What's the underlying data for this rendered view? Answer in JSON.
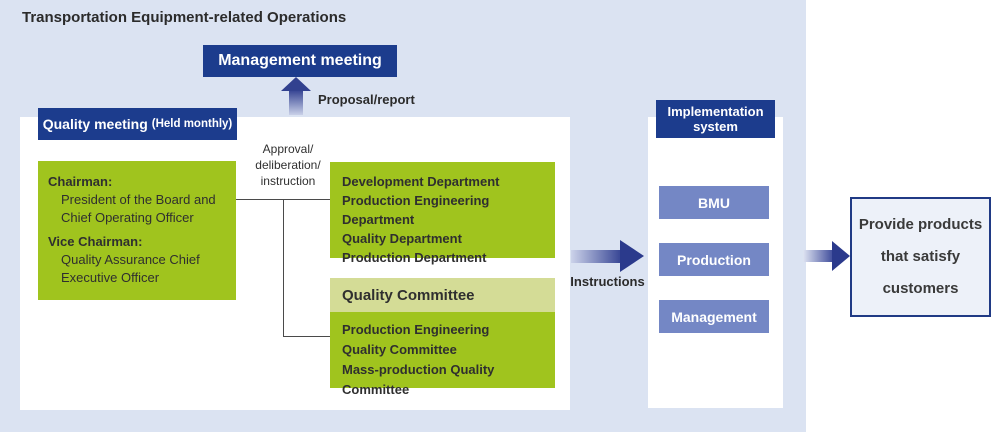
{
  "title": "Transportation Equipment-related Operations",
  "management_meeting": {
    "label": "Management meeting"
  },
  "proposal_arrow_label": "Proposal/report",
  "quality_meeting": {
    "title": "Quality meeting",
    "note": "(Held monthly)"
  },
  "chairman_box": {
    "chairman_label": "Chairman:",
    "chairman_line1": "President of the Board and",
    "chairman_line2": "Chief Operating Officer",
    "vice_label": "Vice Chairman:",
    "vice_line1": "Quality Assurance Chief",
    "vice_line2": "Executive Officer"
  },
  "approval_label": {
    "line1": "Approval/",
    "line2": "deliberation/",
    "line3": "instruction"
  },
  "departments": [
    "Development Department",
    "Production Engineering Department",
    "Quality Department",
    "Production Department"
  ],
  "quality_committee": {
    "title": "Quality Committee",
    "lines": [
      "Production Engineering",
      "Quality Committee",
      "Mass-production Quality Committee"
    ]
  },
  "instructions_label": "Instructions",
  "implementation": {
    "title": "Implementation system",
    "units": [
      "BMU",
      "Production",
      "Management"
    ]
  },
  "outcome": {
    "line1": "Provide products",
    "line2": "that satisfy",
    "line3": "customers"
  },
  "colors": {
    "background_band": "#dbe3f2",
    "navy": "#1c3c8d",
    "unit_blue": "#7487c5",
    "green": "#a0c41e",
    "light_green": "#d4dc96",
    "arrow_dark": "#2b3a8c",
    "outcome_border": "#203a85"
  }
}
